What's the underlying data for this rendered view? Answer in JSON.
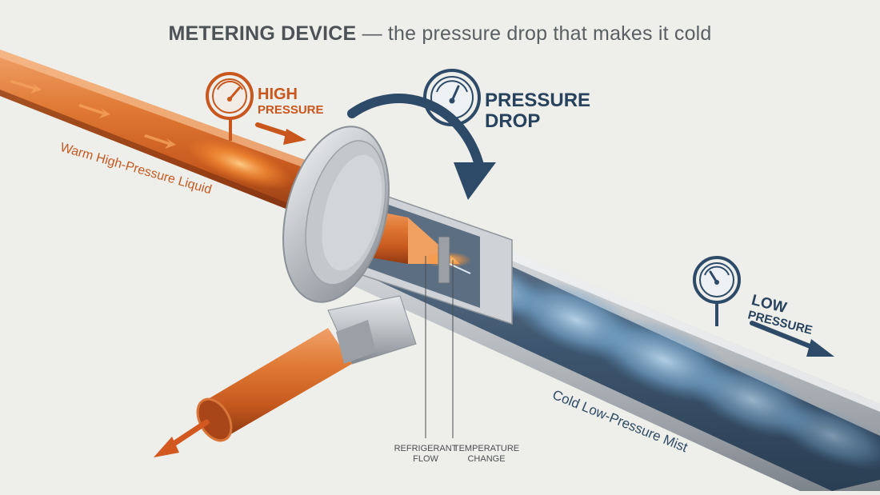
{
  "title": {
    "strong": "METERING DEVICE",
    "rest": " — the pressure drop that makes it cold"
  },
  "labels": {
    "high_line1": "HIGH",
    "high_line2": "PRESSURE",
    "drop_line1": "PRESSURE",
    "drop_line2": "DROP",
    "low_line1": "LOW",
    "low_line2": "PRESSURE",
    "warm_liquid": "Warm High-Pressure Liquid",
    "cold_mist": "Cold Low-Pressure Mist",
    "refrigerant_line1": "REFRIGERANT",
    "refrigerant_line2": "FLOW",
    "temperature_line1": "TEMPERATURE",
    "temperature_line2": "CHANGE"
  },
  "colors": {
    "copper": "#d86a2a",
    "copper_dark": "#a8461a",
    "accent_orange": "#c9561c",
    "navy": "#2d4a68",
    "mist": "#6aa0cc",
    "steel": "#b8bdc2",
    "background": "#eeeeea"
  },
  "icons": [
    "pressure-gauge-icon",
    "flow-arrow-icon",
    "curved-arrow-icon"
  ]
}
